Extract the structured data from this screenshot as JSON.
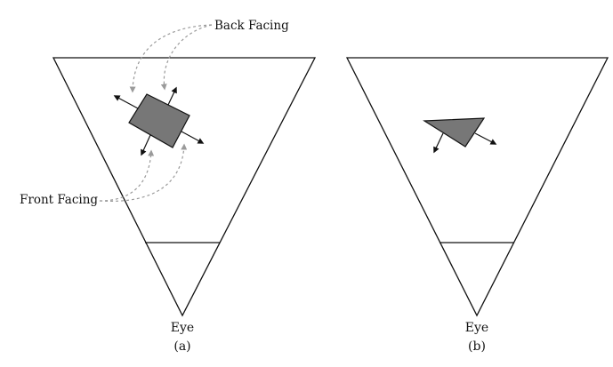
{
  "labels": {
    "back_facing": "Back Facing",
    "front_facing": "Front Facing",
    "eye_a": "Eye",
    "eye_b": "Eye",
    "sub_a": "(a)",
    "sub_b": "(b)"
  },
  "colors": {
    "line": "#111111",
    "face_fill": "#777777",
    "dashed_arrow": "#9a9a9a"
  },
  "panels": [
    {
      "id": "a",
      "object": "rectangle-with-four-normals"
    },
    {
      "id": "b",
      "object": "triangle-with-two-normals"
    }
  ]
}
